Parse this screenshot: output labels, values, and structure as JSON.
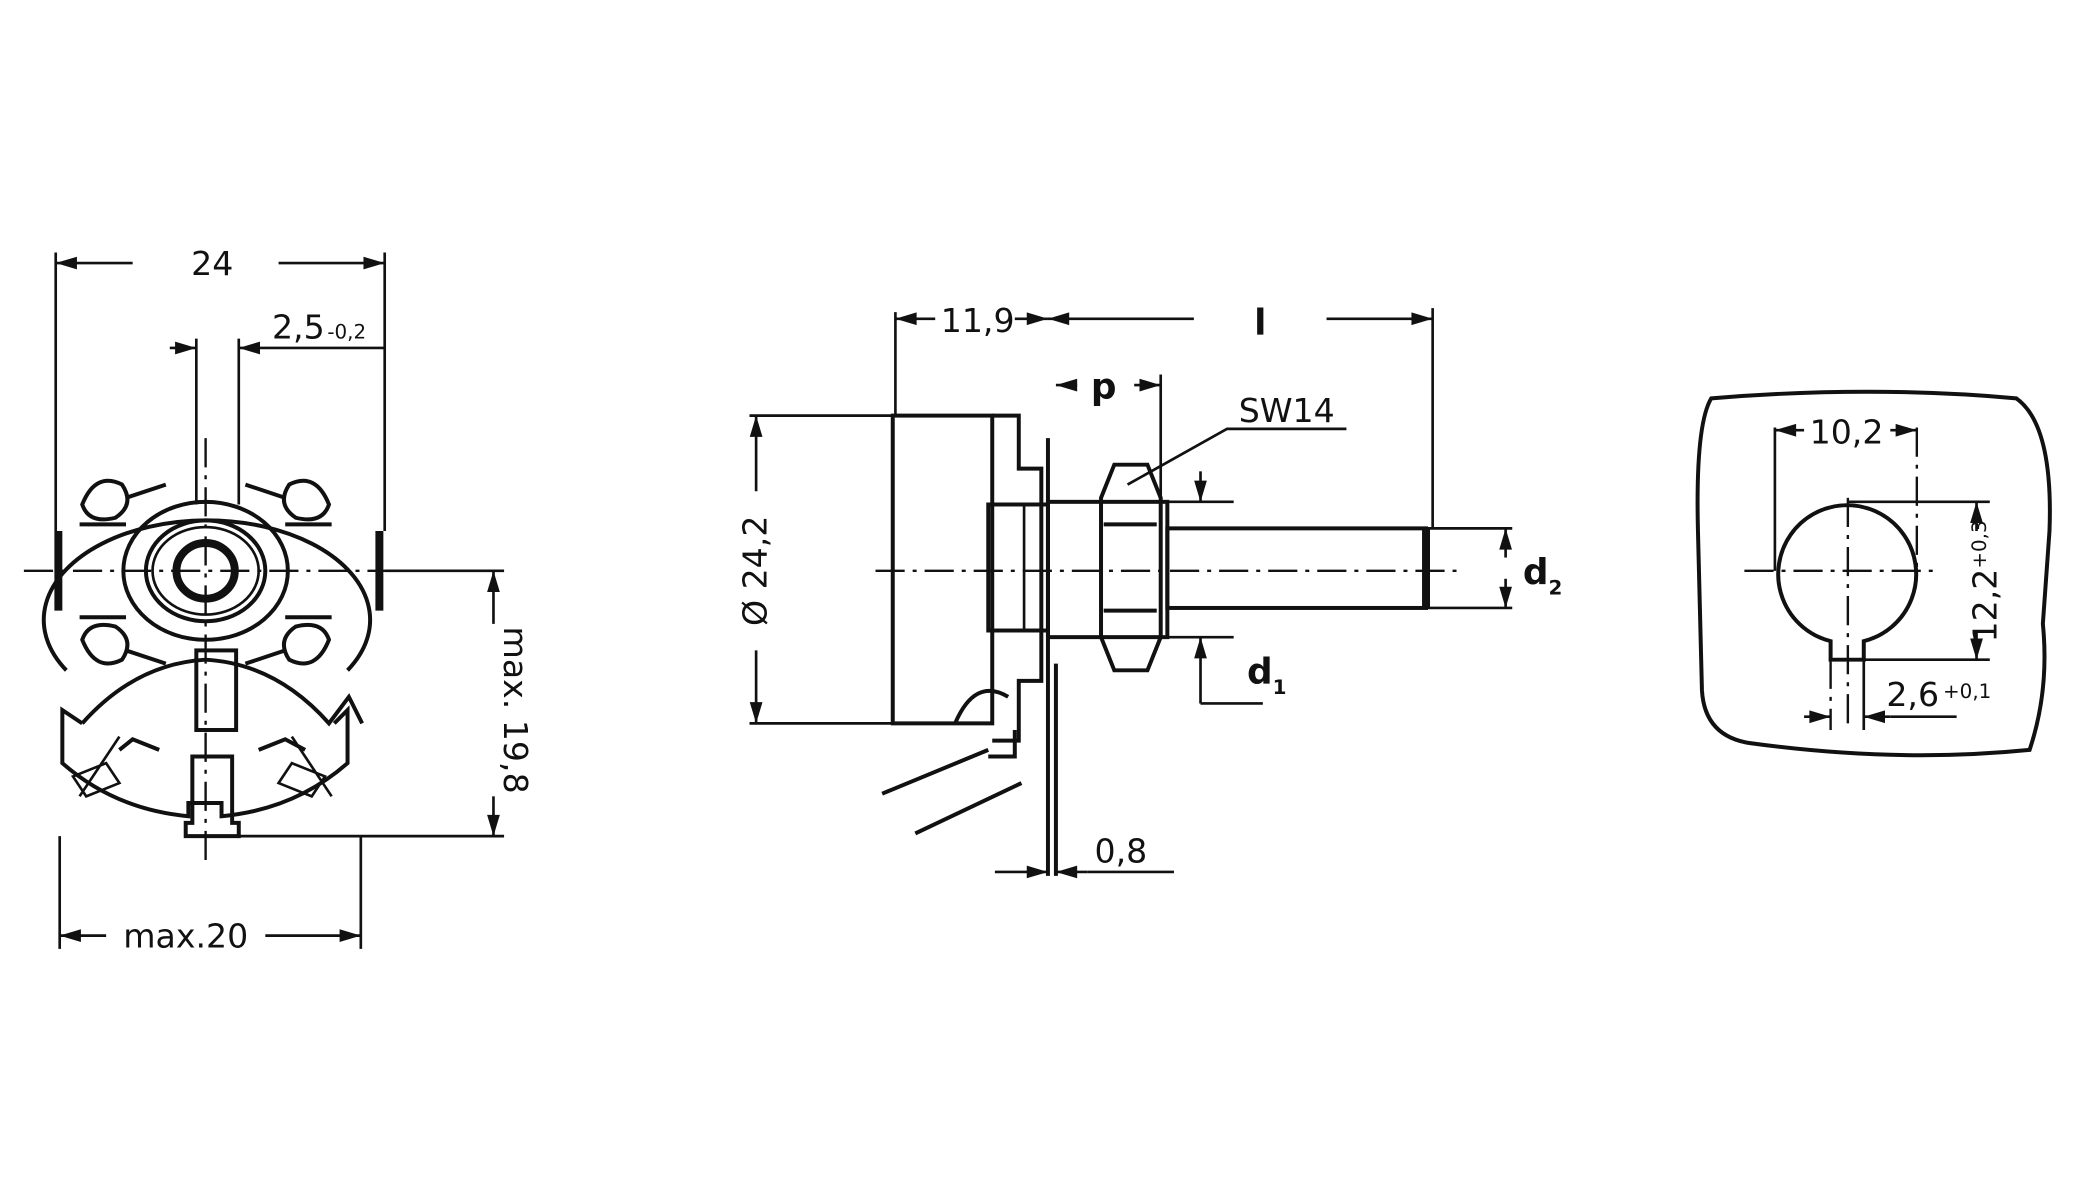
{
  "front_view": {
    "width_label": "24",
    "slot_label": "2,5",
    "slot_tol": "-0,2",
    "bottom_width_label": "max.20",
    "height_label": "max. 19,8"
  },
  "side_view": {
    "body_depth_label": "11,9",
    "shaft_length_label": "l",
    "thread_label": "p",
    "nut_label": "SW14",
    "diameter_label": "Ø 24,2",
    "d2_label": "d",
    "d2_sub": "2",
    "d1_label": "d",
    "d1_sub": "1",
    "plate_label": "0,8"
  },
  "cutout_view": {
    "width_label": "10,2",
    "height_label": "12,2",
    "height_tol": "+0,3",
    "slot_label": "2,6",
    "slot_tol": "+0,1"
  }
}
